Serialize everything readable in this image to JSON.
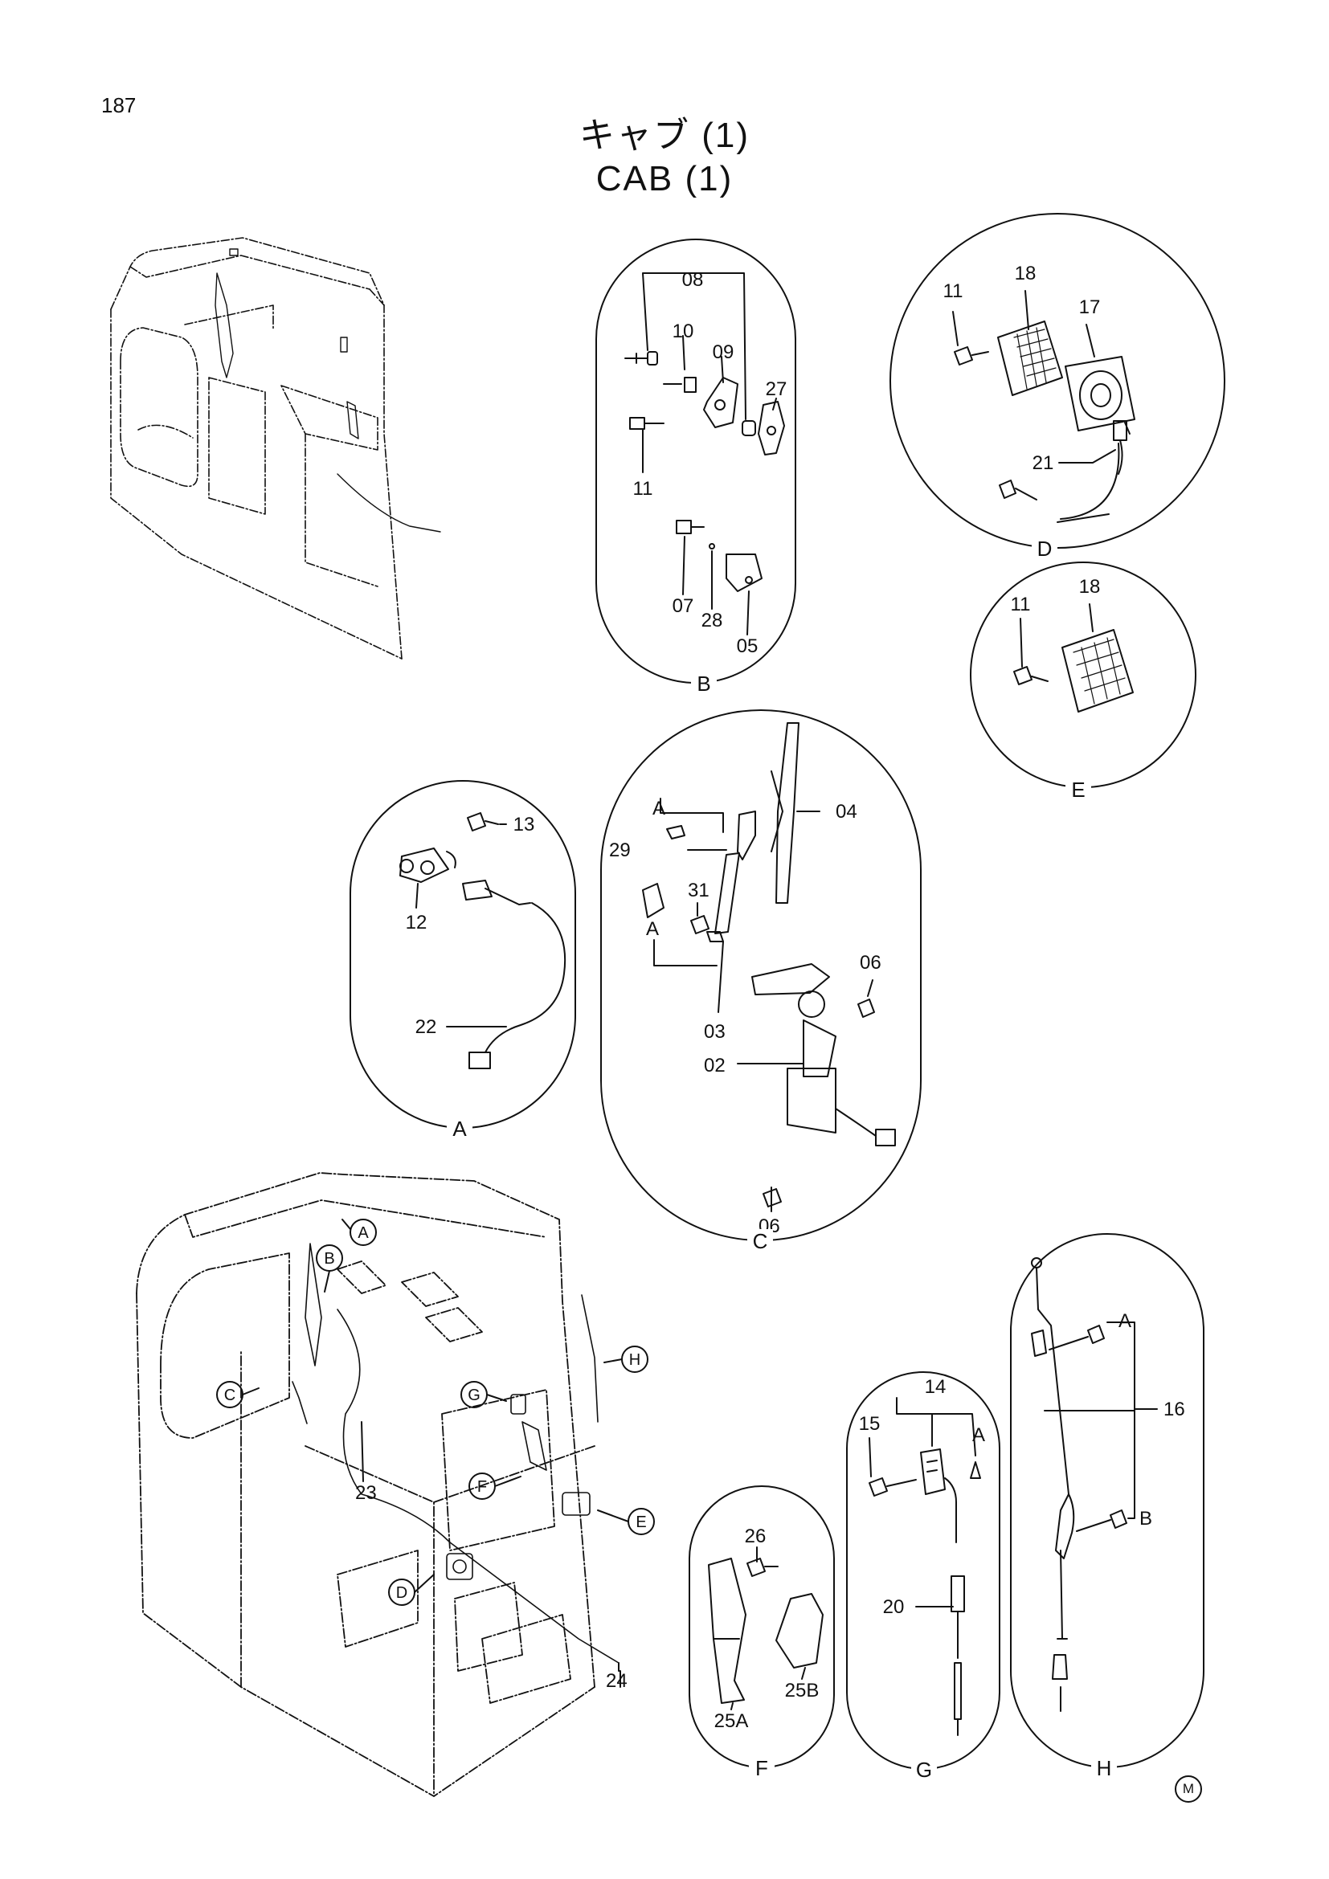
{
  "page_number": "187",
  "title_jp": "キャブ (1)",
  "title_en": "CAB (1)",
  "footer_mark": "M",
  "panels": {
    "B": {
      "label": "B",
      "parts": [
        "08",
        "10",
        "09",
        "27",
        "11",
        "07",
        "28",
        "05"
      ]
    },
    "D": {
      "label": "D",
      "parts": [
        "11",
        "18",
        "17",
        "21"
      ]
    },
    "E": {
      "label": "E",
      "parts": [
        "11",
        "18"
      ]
    },
    "A": {
      "label": "A",
      "parts": [
        "13",
        "12",
        "22"
      ]
    },
    "C": {
      "label": "C",
      "parts": [
        "04",
        "A",
        "29",
        "31",
        "A",
        "06",
        "03",
        "02",
        "06"
      ]
    },
    "F": {
      "label": "F",
      "parts": [
        "26",
        "25B",
        "25A"
      ]
    },
    "G": {
      "label": "G",
      "parts": [
        "14",
        "15",
        "A",
        "20"
      ]
    },
    "H": {
      "label": "H",
      "parts": [
        "A",
        "16",
        "B"
      ]
    }
  },
  "main_view": {
    "callouts": [
      "A",
      "B",
      "C",
      "H",
      "G",
      "F",
      "E",
      "D"
    ],
    "parts": [
      "23",
      "24"
    ]
  }
}
